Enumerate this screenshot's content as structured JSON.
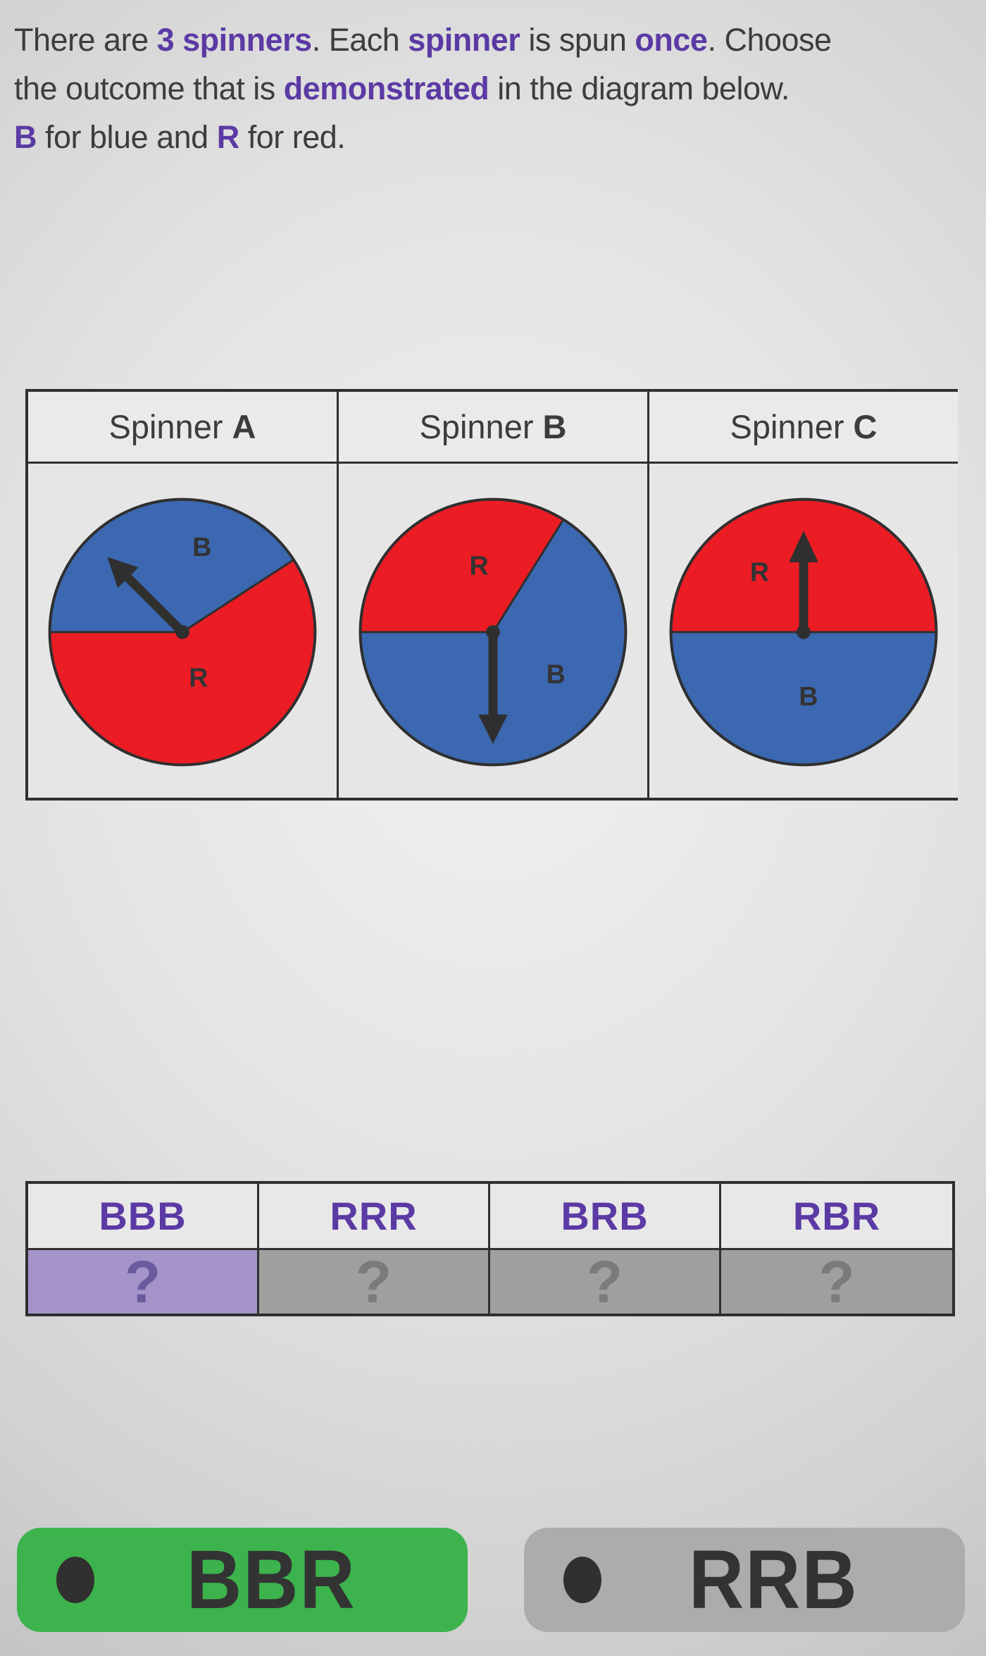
{
  "question": {
    "lines": [
      [
        {
          "t": "There are "
        },
        {
          "t": "3 spinners",
          "hl": true
        },
        {
          "t": ". Each "
        },
        {
          "t": "spinner",
          "hl": true
        },
        {
          "t": " is spun "
        },
        {
          "t": "once",
          "hl": true
        },
        {
          "t": ". Choose"
        }
      ],
      [
        {
          "t": "the outcome that is "
        },
        {
          "t": "demonstrated",
          "hl": true
        },
        {
          "t": " in the diagram below."
        }
      ],
      [
        {
          "t": "B",
          "hl": true
        },
        {
          "t": " for blue and "
        },
        {
          "t": "R",
          "hl": true
        },
        {
          "t": " for red."
        }
      ]
    ]
  },
  "spinner_table": {
    "headers": [
      {
        "prefix": "Spinner ",
        "letter": "A"
      },
      {
        "prefix": "Spinner ",
        "letter": "B"
      },
      {
        "prefix": "Spinner ",
        "letter": "C"
      }
    ],
    "spinners": [
      {
        "id": "A",
        "arrow_points_to": "blue",
        "arrow_direction_deg": 135,
        "sectors": [
          {
            "label": "B",
            "color_name": "blue",
            "share": 0.41
          },
          {
            "label": "R",
            "color_name": "red",
            "share": 0.59
          }
        ]
      },
      {
        "id": "B",
        "arrow_points_to": "blue",
        "arrow_direction_deg": 270,
        "sectors": [
          {
            "label": "R",
            "color_name": "red",
            "share": 0.34
          },
          {
            "label": "B",
            "color_name": "blue",
            "share": 0.66
          }
        ]
      },
      {
        "id": "C",
        "arrow_points_to": "red",
        "arrow_direction_deg": 90,
        "sectors": [
          {
            "label": "R",
            "color_name": "red",
            "share": 0.5
          },
          {
            "label": "B",
            "color_name": "blue",
            "share": 0.5
          }
        ]
      }
    ]
  },
  "answer_table": {
    "options": [
      {
        "label": "BBB",
        "value": "?",
        "highlighted": true
      },
      {
        "label": "RRR",
        "value": "?",
        "highlighted": false
      },
      {
        "label": "BRB",
        "value": "?",
        "highlighted": false
      },
      {
        "label": "RBR",
        "value": "?",
        "highlighted": false
      }
    ]
  },
  "choices": [
    {
      "label": "BBR",
      "state": "green-highlighted"
    },
    {
      "label": "RRB",
      "state": "gray-default"
    }
  ],
  "colors": {
    "spinner_blue": "#3b68b0",
    "spinner_red": "#ec1c24",
    "outline_dark": "#2f2f2f",
    "highlight_purple": "#5b3aa4",
    "selected_cell_purple": "#a594c9",
    "unselected_cell_gray": "#9f9f9d",
    "choice_green": "#3cb34c",
    "choice_gray": "#acacac"
  }
}
